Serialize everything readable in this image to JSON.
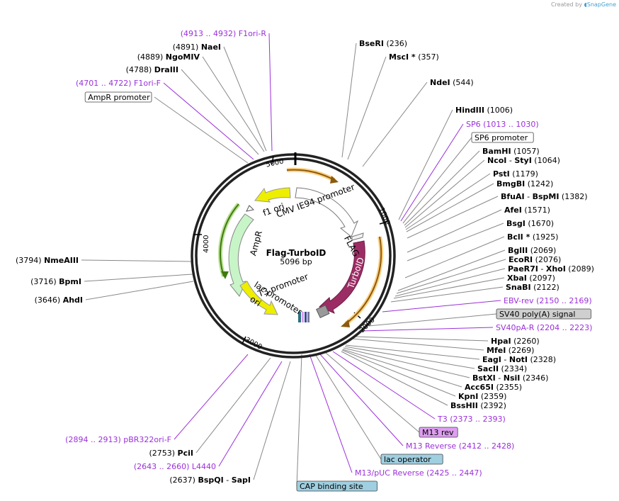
{
  "credit": {
    "prefix": "Created by",
    "brand": "SnapGene"
  },
  "plasmid": {
    "name": "Flag-TurboID",
    "size_text": "5096 bp"
  },
  "ticks": [
    "1000",
    "2000",
    "3000",
    "4000",
    "5000"
  ],
  "features": [
    {
      "key": "cmv",
      "label": "CMV IE94 promoter"
    },
    {
      "key": "flag",
      "label": "FLAG"
    },
    {
      "key": "turboid",
      "label": "TurboID"
    },
    {
      "key": "f1ori",
      "label": "f1 ori"
    },
    {
      "key": "ampr",
      "label": "AmpR"
    },
    {
      "key": "lacpromoter",
      "label": "lac promoter"
    },
    {
      "key": "ori",
      "label": "ori"
    },
    {
      "key": "t3promoter",
      "label": "T3 promoter"
    }
  ],
  "colors": {
    "backbone": "#222222",
    "turboid": "#9c2d64",
    "f1ori": "#eeee00",
    "ori": "#eeee00",
    "ampr": "#c8f5c8",
    "ampr_orf": "#63a02a",
    "orf_arrow": "#ff9e20",
    "primer": "#9b30d9",
    "box_gray": "#cfcfcf",
    "box_violet": "#dd9ef0",
    "box_blue": "#9fcfe0"
  },
  "left_labels": [
    {
      "key": "f1ori_r",
      "text": "(4913 .. 4932)  F1ori-R",
      "style": "primer"
    },
    {
      "key": "naei",
      "pos": "(4891)",
      "name": "NaeI",
      "style": "enzyme"
    },
    {
      "key": "ngomiv",
      "pos": "(4889)",
      "name": "NgoMIV",
      "style": "enzyme"
    },
    {
      "key": "draiii",
      "pos": "(4788)",
      "name": "DraIII",
      "style": "enzyme"
    },
    {
      "key": "f1ori_f",
      "text": "(4701 .. 4722)  F1ori-F",
      "style": "primer"
    },
    {
      "key": "ampr_prom",
      "text": "AmpR promoter",
      "style": "box"
    },
    {
      "key": "nmeaiii",
      "pos": "(3794)",
      "name": "NmeAIII",
      "style": "enzyme"
    },
    {
      "key": "bpmi",
      "pos": "(3716)",
      "name": "BpmI",
      "style": "enzyme"
    },
    {
      "key": "ahdi",
      "pos": "(3646)",
      "name": "AhdI",
      "style": "enzyme"
    },
    {
      "key": "pbr322",
      "text": "(2894 .. 2913)  pBR322ori-F",
      "style": "primer"
    },
    {
      "key": "pcii",
      "pos": "(2753)",
      "name": "PciI",
      "style": "enzyme"
    },
    {
      "key": "l4440",
      "text": "(2643 .. 2660)  L4440",
      "style": "primer"
    },
    {
      "key": "bspqi",
      "pos": "(2637)",
      "name": "BspQI",
      "name2": "SapI",
      "style": "enzyme"
    }
  ],
  "right_labels": [
    {
      "key": "bseri",
      "name": "BseRI",
      "pos": "(236)",
      "style": "enzyme"
    },
    {
      "key": "msci",
      "name": "MscI *",
      "pos": "(357)",
      "style": "enzyme"
    },
    {
      "key": "ndei",
      "name": "NdeI",
      "pos": "(544)",
      "style": "enzyme"
    },
    {
      "key": "hindiii",
      "name": "HindIII",
      "pos": "(1006)",
      "style": "enzyme"
    },
    {
      "key": "sp6",
      "text": "SP6     (1013 .. 1030)",
      "style": "primer"
    },
    {
      "key": "sp6prom",
      "text": "SP6 promoter",
      "style": "box"
    },
    {
      "key": "bamhi",
      "name": "BamHI",
      "pos": "(1057)",
      "style": "enzyme"
    },
    {
      "key": "ncoi",
      "name": "NcoI",
      "name2": "StyI",
      "pos": "(1064)",
      "style": "enzyme"
    },
    {
      "key": "psti",
      "name": "PstI",
      "pos": "(1179)",
      "style": "enzyme"
    },
    {
      "key": "bmgbi",
      "name": "BmgBI",
      "pos": "(1242)",
      "style": "enzyme"
    },
    {
      "key": "bfuai",
      "name": "BfuAI",
      "name2": "BspMI",
      "pos": "(1382)",
      "style": "enzyme"
    },
    {
      "key": "afei",
      "name": "AfeI",
      "pos": "(1571)",
      "style": "enzyme"
    },
    {
      "key": "bsgi",
      "name": "BsgI",
      "pos": "(1670)",
      "style": "enzyme"
    },
    {
      "key": "bcli",
      "name": "BclI *",
      "pos": "(1925)",
      "style": "enzyme"
    },
    {
      "key": "bglii",
      "name": "BglII",
      "pos": "(2069)",
      "style": "enzyme"
    },
    {
      "key": "ecori",
      "name": "EcoRI",
      "pos": "(2076)",
      "style": "enzyme"
    },
    {
      "key": "paer7i",
      "name": "PaeR7I",
      "name2": "XhoI",
      "pos": "(2089)",
      "style": "enzyme"
    },
    {
      "key": "xbai",
      "name": "XbaI",
      "pos": "(2097)",
      "style": "enzyme"
    },
    {
      "key": "snabi",
      "name": "SnaBI",
      "pos": "(2122)",
      "style": "enzyme"
    },
    {
      "key": "ebvrev",
      "text": "EBV-rev     (2150 .. 2169)",
      "style": "primer"
    },
    {
      "key": "sv40polya",
      "text": "SV40 poly(A) signal",
      "style": "box_gray"
    },
    {
      "key": "sv40par",
      "text": "SV40pA-R     (2204 .. 2223)",
      "style": "primer"
    },
    {
      "key": "hpai",
      "name": "HpaI",
      "pos": "(2260)",
      "style": "enzyme"
    },
    {
      "key": "mfei",
      "name": "MfeI",
      "pos": "(2269)",
      "style": "enzyme"
    },
    {
      "key": "eagi",
      "name": "EagI",
      "name2": "NotI",
      "pos": "(2328)",
      "style": "enzyme"
    },
    {
      "key": "sacii",
      "name": "SacII",
      "pos": "(2334)",
      "style": "enzyme"
    },
    {
      "key": "bstxi",
      "name": "BstXI",
      "name2": "NsiI",
      "pos": "(2346)",
      "style": "enzyme"
    },
    {
      "key": "acc65i",
      "name": "Acc65I",
      "pos": "(2355)",
      "style": "enzyme"
    },
    {
      "key": "kpni",
      "name": "KpnI",
      "pos": "(2359)",
      "style": "enzyme"
    },
    {
      "key": "bsshii",
      "name": "BssHII",
      "pos": "(2392)",
      "style": "enzyme"
    },
    {
      "key": "t3",
      "text": "T3     (2373 .. 2393)",
      "style": "primer"
    },
    {
      "key": "m13rev",
      "text": "M13 rev",
      "style": "box_violet"
    },
    {
      "key": "m13reverse",
      "text": "M13 Reverse     (2412 .. 2428)",
      "style": "primer"
    },
    {
      "key": "lacop",
      "text": "lac operator",
      "style": "box_blue"
    },
    {
      "key": "m13puc",
      "text": "M13/pUC Reverse     (2425 .. 2447)",
      "style": "primer"
    },
    {
      "key": "cap",
      "text": "CAP binding site",
      "style": "box_blue"
    }
  ]
}
